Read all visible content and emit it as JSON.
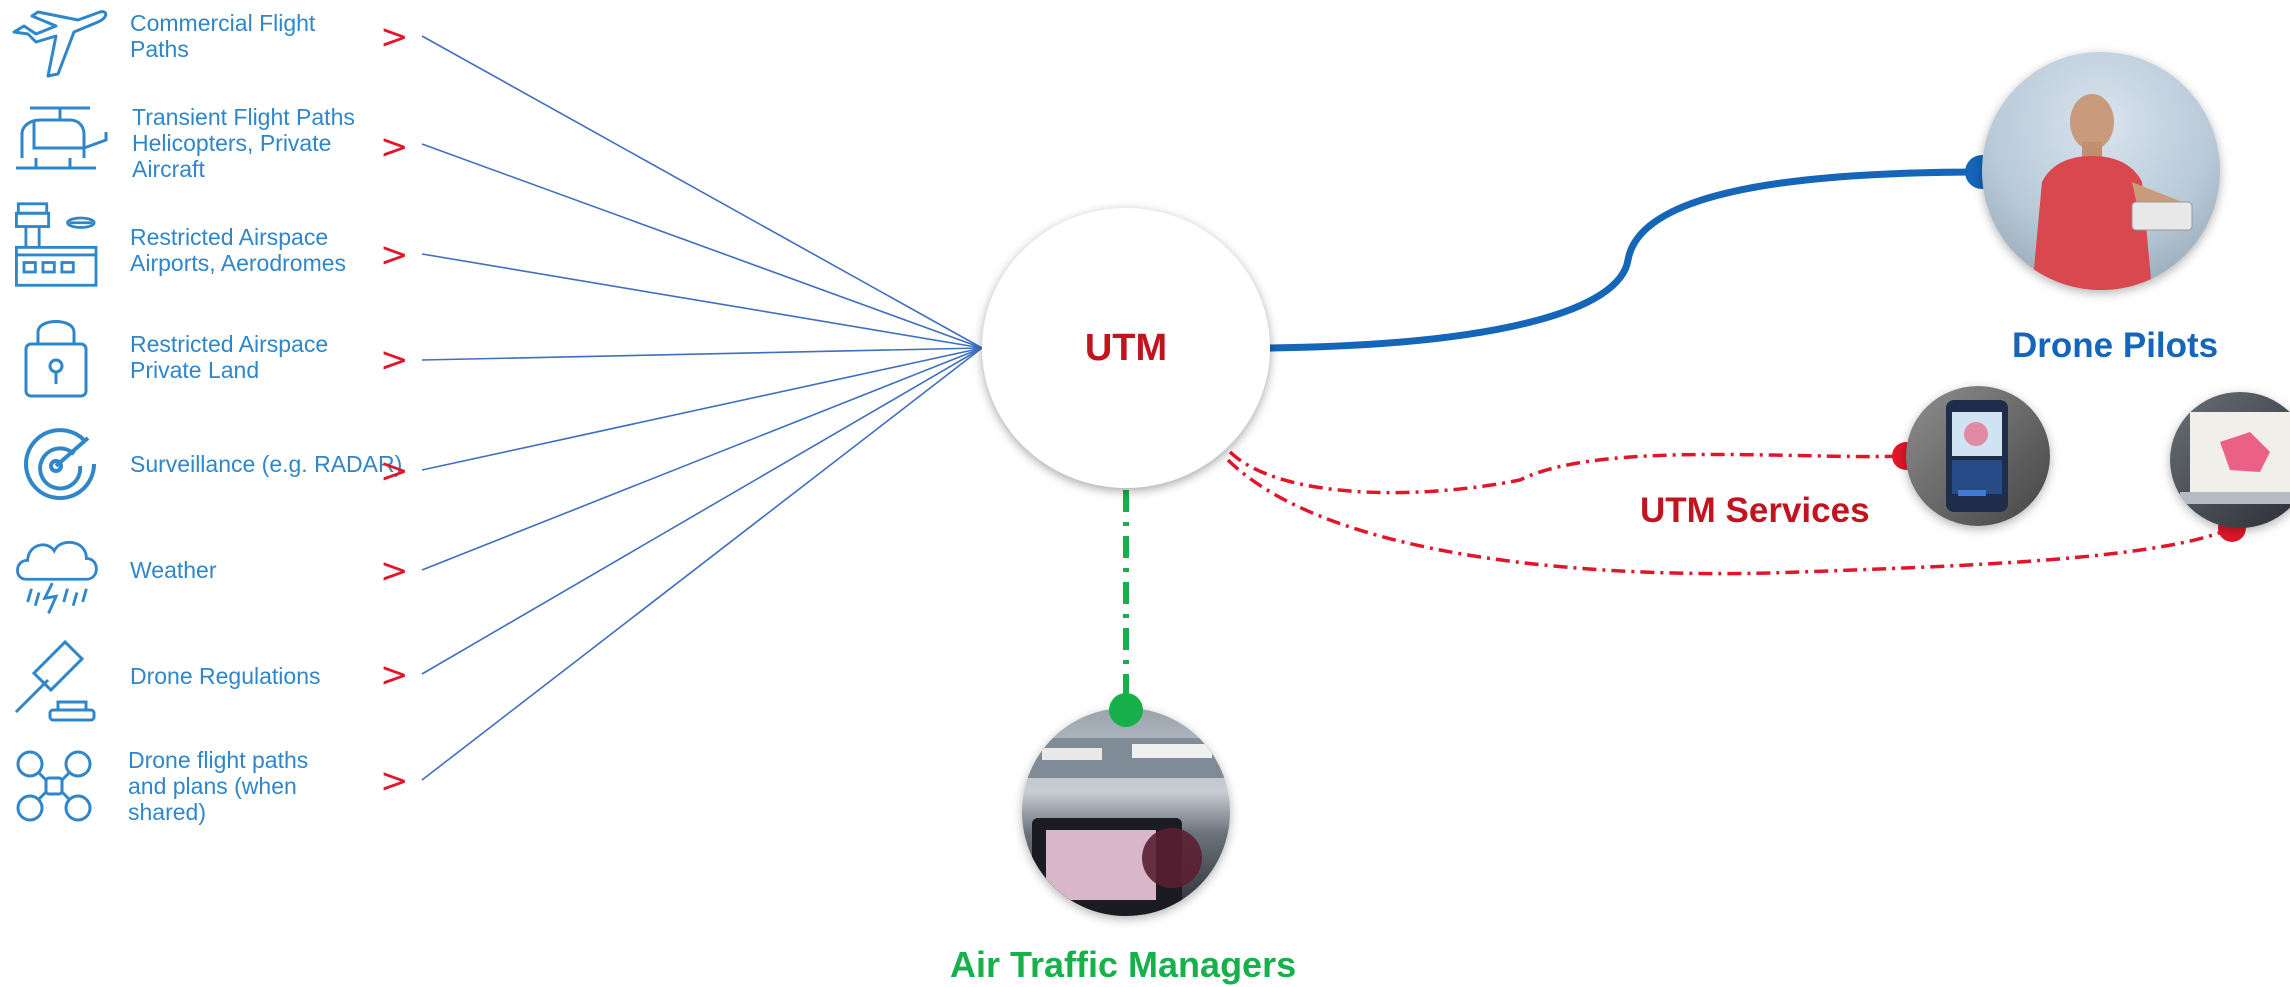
{
  "hub": {
    "label": "UTM"
  },
  "sources": [
    {
      "label": "Commercial Flight\nPaths",
      "icon": "airplane-icon"
    },
    {
      "label": "Transient Flight Paths\nHelicopters, Private\nAircraft",
      "icon": "helicopter-icon"
    },
    {
      "label": "Restricted Airspace\nAirports, Aerodromes",
      "icon": "airport-tower-icon"
    },
    {
      "label": "Restricted Airspace\nPrivate Land",
      "icon": "padlock-icon"
    },
    {
      "label": "Surveillance (e.g. RADAR)",
      "icon": "radar-icon"
    },
    {
      "label": "Weather",
      "icon": "storm-cloud-icon"
    },
    {
      "label": "Drone Regulations",
      "icon": "gavel-icon"
    },
    {
      "label": "Drone flight paths\nand plans (when\nshared)",
      "icon": "drone-icon"
    }
  ],
  "arrow_glyph": ">",
  "stakeholders": {
    "drone_pilots": {
      "label": "Drone Pilots",
      "color": "#1565b8"
    },
    "utm_services": {
      "label": "UTM Services",
      "color": "#c2141f"
    },
    "air_traffic_managers": {
      "label": "Air Traffic Managers",
      "color": "#17b04a"
    }
  },
  "colors": {
    "source_text": "#2f86c9",
    "arrow": "#e0162b",
    "fan_lines": "#3f6fc0"
  }
}
